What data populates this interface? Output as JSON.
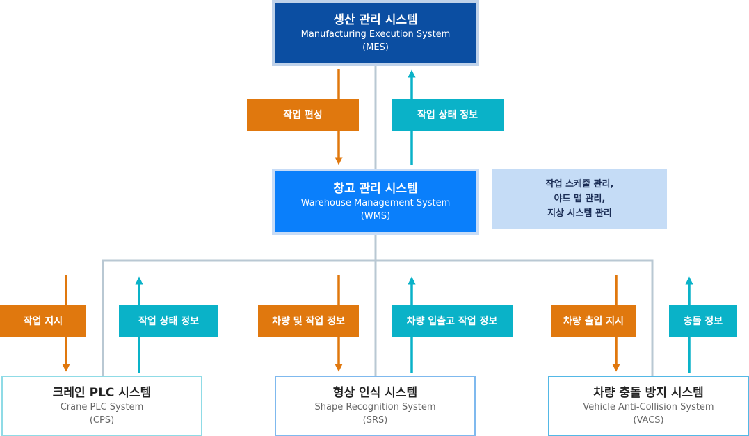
{
  "colors": {
    "mes_fill": "#0b4ea2",
    "wms_fill": "#0a7ffb",
    "down_arrow": "#e0780e",
    "up_arrow": "#0ab2c8",
    "connector_line": "#b9c8d3",
    "note_fill": "#c5dcf6"
  },
  "mes": {
    "title": "생산 관리 시스템",
    "subtitle": "Manufacturing Execution System",
    "abbr": "(MES)"
  },
  "wms": {
    "title": "창고 관리 시스템",
    "subtitle": "Warehouse Management System",
    "abbr": "(WMS)"
  },
  "wms_functions": [
    "작업 스케줄 관리,",
    "야드 맵 관리,",
    "지상 시스템 관리"
  ],
  "flows": {
    "mes_to_wms": "작업 편성",
    "wms_to_mes": "작업 상태 정보",
    "wms_to_cps": "작업 지시",
    "cps_to_wms": "작업 상태 정보",
    "wms_to_srs": "차량 및 작업 정보",
    "srs_to_wms": "차량 입출고 작업 정보",
    "wms_to_vacs": "차량 출입 지시",
    "vacs_to_wms": "충돌 정보"
  },
  "subsystems": [
    {
      "title": "크레인 PLC 시스템",
      "subtitle": "Crane PLC System",
      "abbr": "(CPS)"
    },
    {
      "title": "형상 인식 시스템",
      "subtitle": "Shape Recognition System",
      "abbr": "(SRS)"
    },
    {
      "title": "차량 충돌 방지 시스템",
      "subtitle": "Vehicle Anti-Collision System",
      "abbr": "(VACS)"
    }
  ]
}
